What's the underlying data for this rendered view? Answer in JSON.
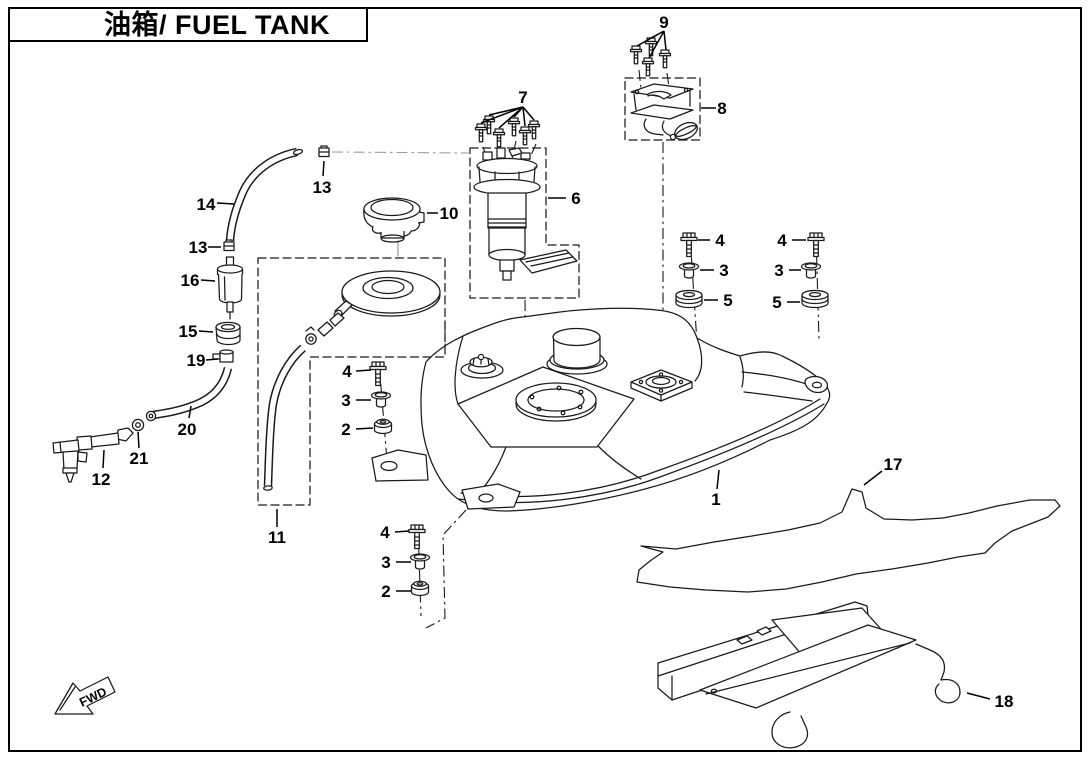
{
  "title": {
    "text": "油箱/ FUEL TANK"
  },
  "direction": {
    "label": "FWD"
  },
  "callouts": {
    "c1": "1",
    "c2a": "2",
    "c2b": "2",
    "c3a": "3",
    "c3b": "3",
    "c3c": "3",
    "c3d": "3",
    "c4a": "4",
    "c4b": "4",
    "c4c": "4",
    "c4d": "4",
    "c5c": "5",
    "c5d": "5",
    "c6": "6",
    "c7": "7",
    "c8": "8",
    "c9": "9",
    "c10": "10",
    "c11": "11",
    "c12": "12",
    "c13a": "13",
    "c13b": "13",
    "c14": "14",
    "c15": "15",
    "c16": "16",
    "c17": "17",
    "c18": "18",
    "c19": "19",
    "c20": "20",
    "c21": "21"
  }
}
